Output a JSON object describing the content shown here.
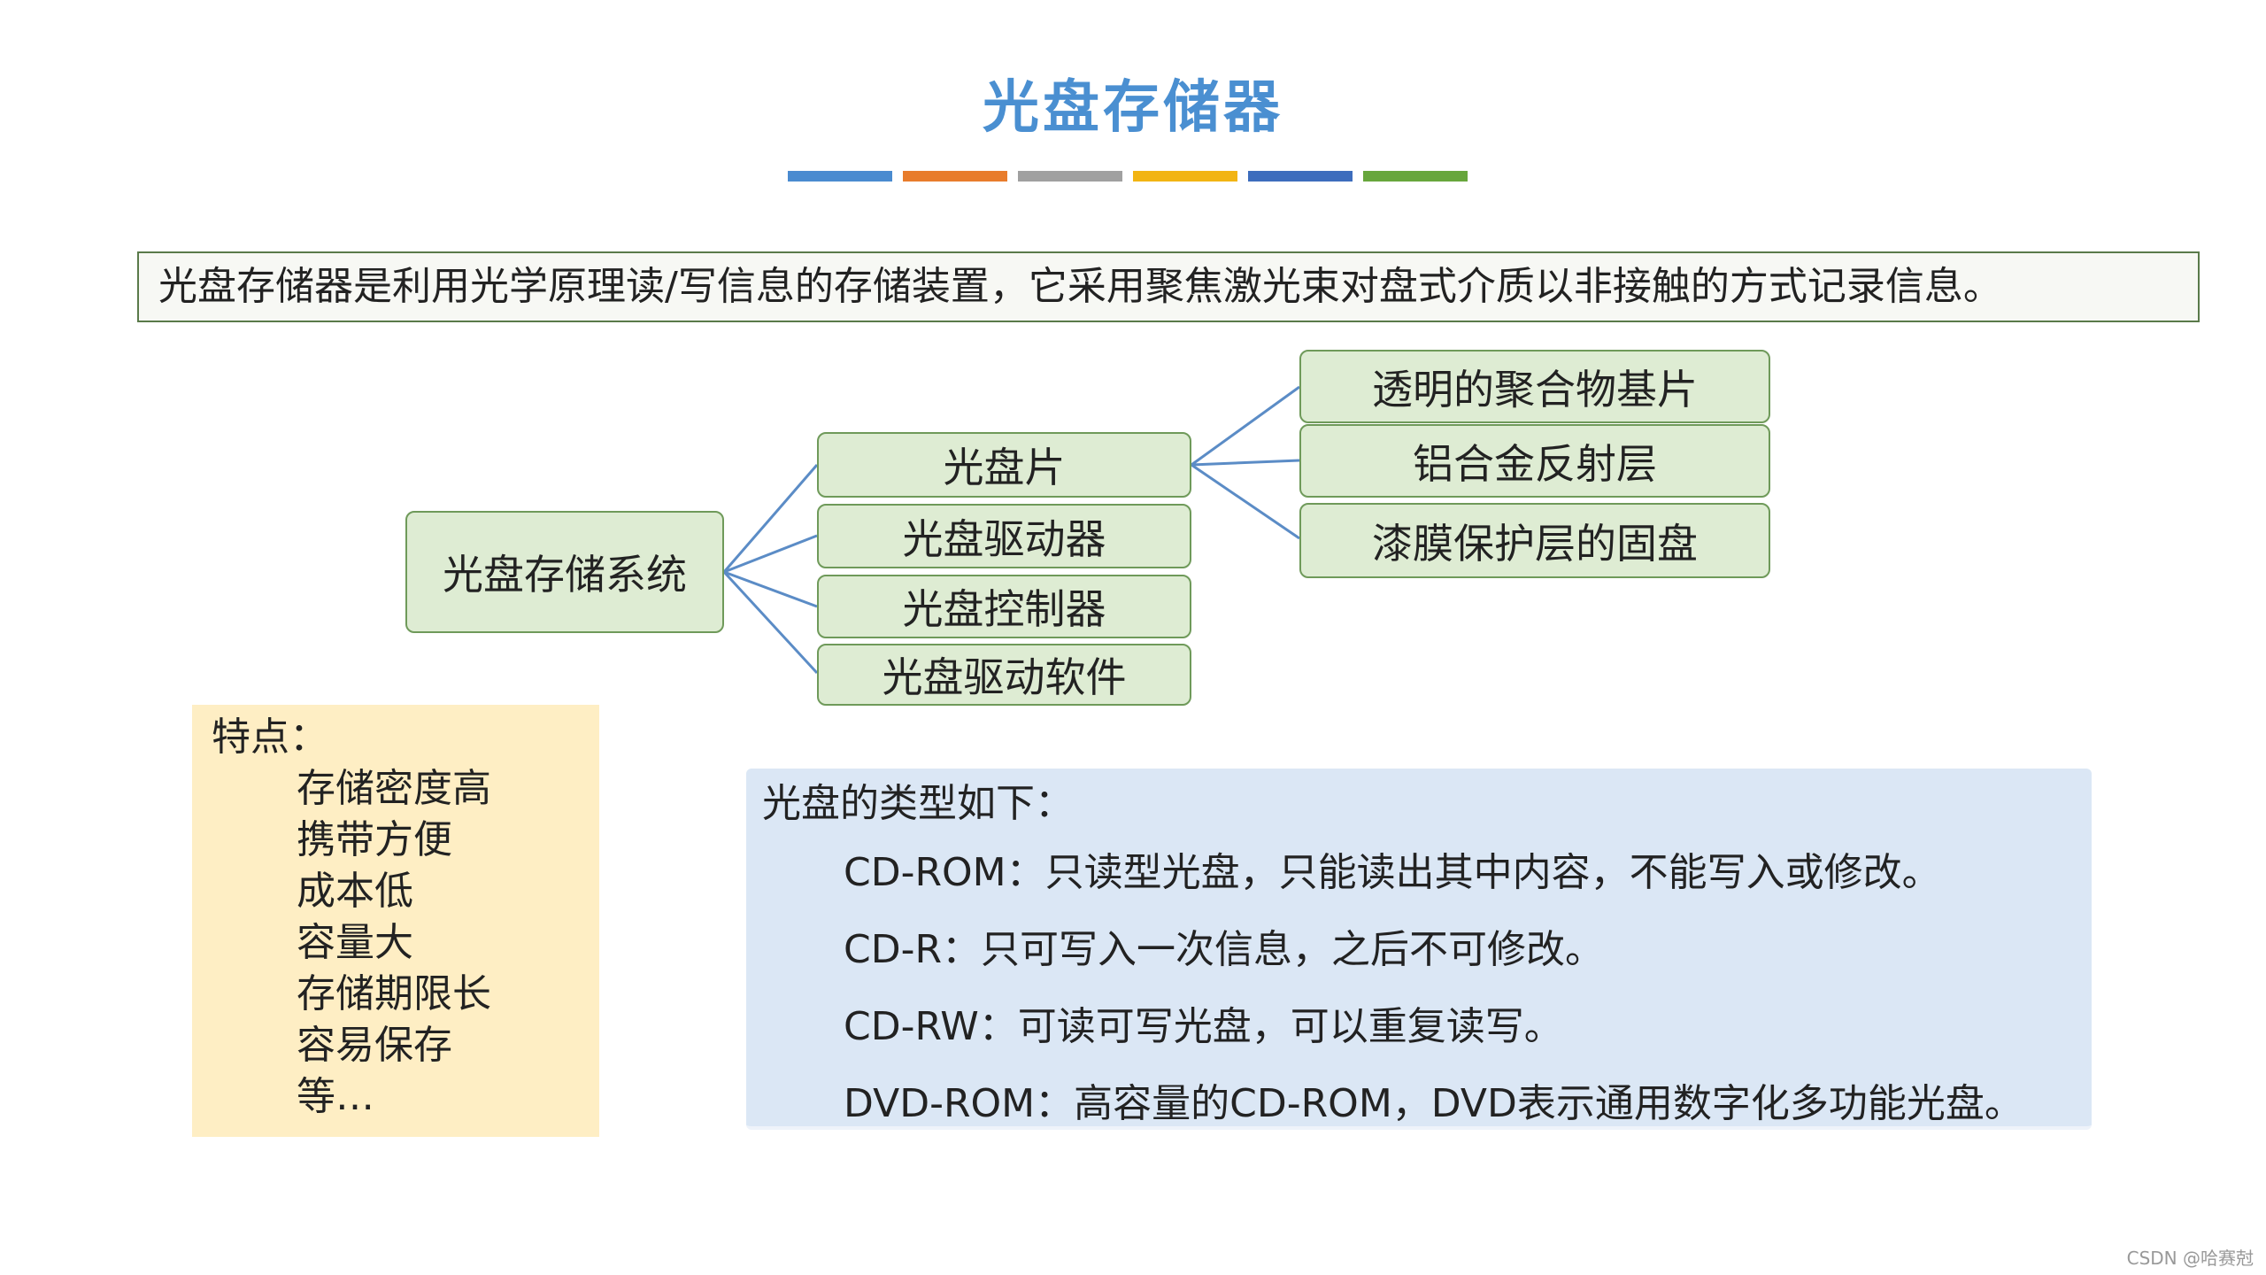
{
  "title": "光盘存储器",
  "title_color": "#4a8fd1",
  "color_bars": [
    "#4a8bd0",
    "#e87c2c",
    "#a0a0a0",
    "#f2b413",
    "#3d6dbd",
    "#67a63c"
  ],
  "definition": "光盘存储器是利用光学原理读/写信息的存储装置，它采用聚焦激光束对盘式介质以非接触的方式记录信息。",
  "tree": {
    "root": "光盘存储系统",
    "level1": [
      "光盘片",
      "光盘驱动器",
      "光盘控制器",
      "光盘驱动软件"
    ],
    "level2": [
      "透明的聚合物基片",
      "铝合金反射层",
      "漆膜保护层的固盘"
    ]
  },
  "features": {
    "title": "特点：",
    "items": [
      "存储密度高",
      "携带方便",
      "成本低",
      "容量大",
      "存储期限长",
      "容易保存",
      "等…"
    ]
  },
  "disc_types": {
    "title": "光盘的类型如下：",
    "items": [
      "CD-ROM：只读型光盘，只能读出其中内容，不能写入或修改。",
      "CD-R：只可写入一次信息，之后不可修改。",
      "CD-RW：可读可写光盘，可以重复读写。",
      "DVD-ROM：高容量的CD-ROM，DVD表示通用数字化多功能光盘。"
    ]
  },
  "watermark": "CSDN @哈赛尅"
}
